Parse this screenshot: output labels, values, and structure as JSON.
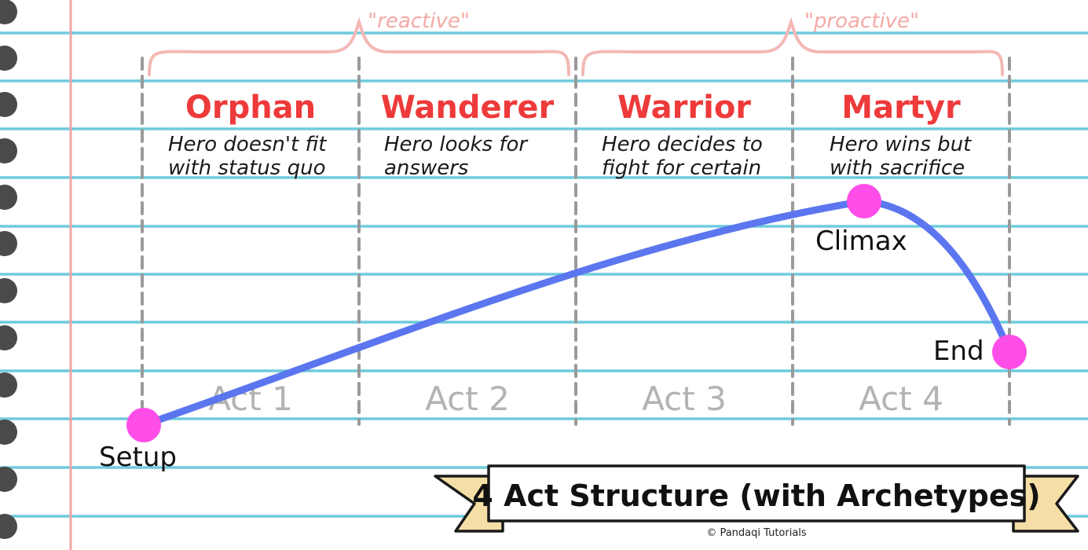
{
  "colors": {
    "ruled_line": "#6fcbdc",
    "margin_line": "#f2a4a4",
    "binder_hole": "#4a4a4a",
    "divider": "#9a9a9a",
    "brace": "#f4b8b4",
    "archetype": "#ee3a3a",
    "act_label": "#b3b3b3",
    "curve": "#5b76ef",
    "point": "#ff4de8",
    "ribbon": "#f5dfa6"
  },
  "braces": [
    {
      "label": "\"reactive\""
    },
    {
      "label": "\"proactive\""
    }
  ],
  "acts": [
    {
      "archetype": "Orphan",
      "desc_line1": "Hero doesn't fit",
      "desc_line2": "with status quo",
      "act_label": "Act 1"
    },
    {
      "archetype": "Wanderer",
      "desc_line1": "Hero looks for",
      "desc_line2": "answers",
      "act_label": "Act 2"
    },
    {
      "archetype": "Warrior",
      "desc_line1": "Hero decides to",
      "desc_line2": "fight for certain",
      "act_label": "Act 3"
    },
    {
      "archetype": "Martyr",
      "desc_line1": "Hero wins but",
      "desc_line2": "with sacrifice",
      "act_label": "Act 4"
    }
  ],
  "points": [
    {
      "name": "setup",
      "label": "Setup"
    },
    {
      "name": "climax",
      "label": "Climax"
    },
    {
      "name": "end",
      "label": "End"
    }
  ],
  "title": "4 Act Structure (with Archetypes)",
  "credit": "© Pandaqi Tutorials"
}
